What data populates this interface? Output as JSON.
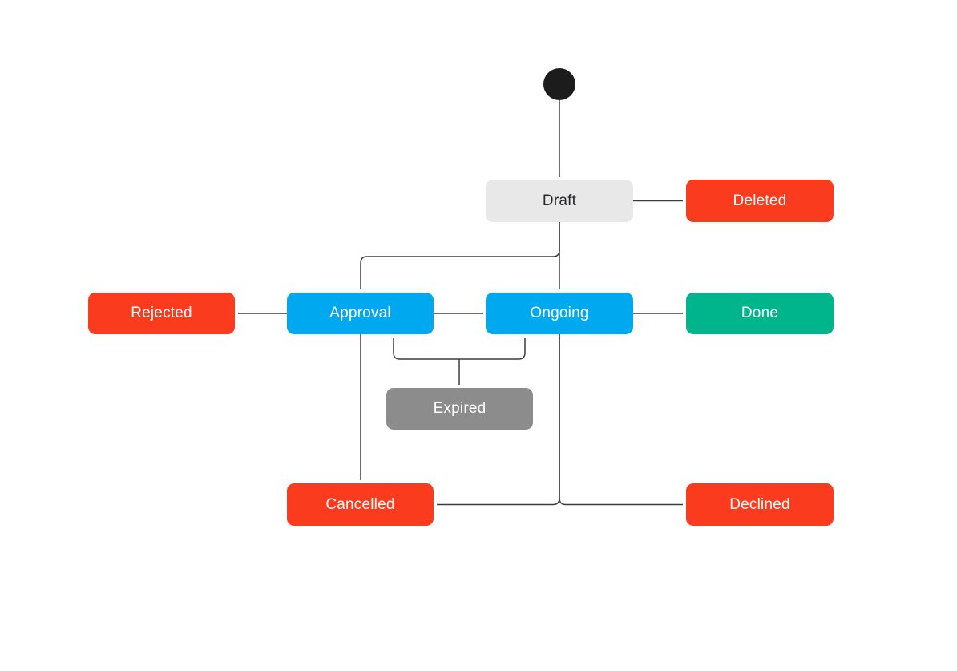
{
  "canvas": {
    "background": "#FFFFFF"
  },
  "colors": {
    "red": "#FA3B1E",
    "blue": "#00A8F0",
    "green": "#00B48B",
    "gray": "#8C8C8C",
    "light_gray": "#E8E8E8",
    "start_black": "#1C1C1C",
    "line": "#3C3C3C",
    "text_light": "#FFFFFF",
    "text_dark": "#26282B"
  },
  "edge_style": {
    "stroke": "#3C3C3C",
    "width": 1.5
  },
  "nodes": {
    "start": {
      "shape": "filled-circle",
      "fill": "#1C1C1C"
    },
    "draft": {
      "label": "Draft",
      "fill": "#E8E8E8",
      "text_color": "#26282B"
    },
    "deleted": {
      "label": "Deleted",
      "fill": "#FA3B1E",
      "text_color": "#FFFFFF"
    },
    "rejected": {
      "label": "Rejected",
      "fill": "#FA3B1E",
      "text_color": "#FFFFFF"
    },
    "approval": {
      "label": "Approval",
      "fill": "#00A8F0",
      "text_color": "#FFFFFF"
    },
    "ongoing": {
      "label": "Ongoing",
      "fill": "#00A8F0",
      "text_color": "#FFFFFF"
    },
    "done": {
      "label": "Done",
      "fill": "#00B48B",
      "text_color": "#FFFFFF"
    },
    "expired": {
      "label": "Expired",
      "fill": "#8C8C8C",
      "text_color": "#FFFFFF"
    },
    "cancelled": {
      "label": "Cancelled",
      "fill": "#FA3B1E",
      "text_color": "#FFFFFF"
    },
    "declined": {
      "label": "Declined",
      "fill": "#FA3B1E",
      "text_color": "#FFFFFF"
    }
  },
  "edges": [
    {
      "from": "start",
      "to": "draft"
    },
    {
      "from": "draft",
      "to": "deleted"
    },
    {
      "from": "draft",
      "to": "ongoing"
    },
    {
      "from": "draft",
      "to": "approval"
    },
    {
      "from": "approval",
      "to": "rejected"
    },
    {
      "from": "approval",
      "to": "ongoing"
    },
    {
      "from": "approval",
      "to": "cancelled"
    },
    {
      "from": "ongoing",
      "to": "done"
    },
    {
      "from": "ongoing",
      "to": "cancelled"
    },
    {
      "from": "ongoing",
      "to": "declined"
    }
  ],
  "expired_connector": {
    "description": "shared elbow connector below Approval and Ongoing",
    "arrowheads_into": [
      "approval",
      "ongoing",
      "expired"
    ]
  }
}
